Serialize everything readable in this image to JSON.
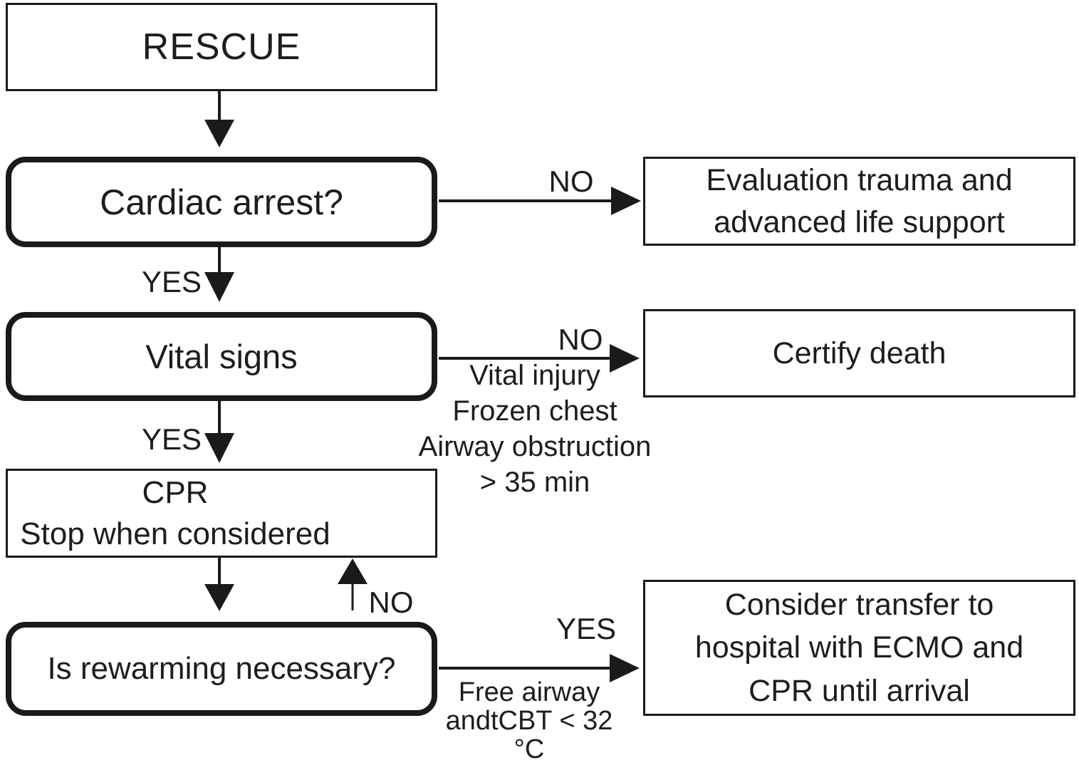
{
  "flowchart": {
    "nodes": {
      "rescue": {
        "label": "RESCUE"
      },
      "cardiac_arrest": {
        "label": "Cardiac arrest?"
      },
      "evaluation": {
        "lines": [
          "Evaluation trauma and",
          "advanced life support"
        ]
      },
      "vital_signs": {
        "label": "Vital signs"
      },
      "certify_death": {
        "label": "Certify death"
      },
      "cpr": {
        "lines": [
          "CPR",
          "Stop when considered"
        ]
      },
      "rewarming": {
        "label": "Is rewarming necessary?"
      },
      "transfer": {
        "lines": [
          "Consider transfer to",
          "hospital with ECMO and",
          "CPR until arrival"
        ]
      }
    },
    "edges": {
      "cardiac_no": {
        "label": "NO"
      },
      "cardiac_yes": {
        "label": "YES"
      },
      "vital_no": {
        "label": "NO",
        "conditions": [
          "Vital injury",
          "Frozen chest",
          "Airway obstruction",
          "> 35 min"
        ]
      },
      "vital_yes": {
        "label": "YES"
      },
      "rewarm_no": {
        "label": "NO"
      },
      "rewarm_yes": {
        "label": "YES",
        "conditions": [
          "Free airway",
          "andtCBT < 32",
          "°C"
        ]
      }
    },
    "colors": {
      "background": "#ffffff",
      "line": "#1a1a1a",
      "text": "#1d1d1b"
    }
  }
}
